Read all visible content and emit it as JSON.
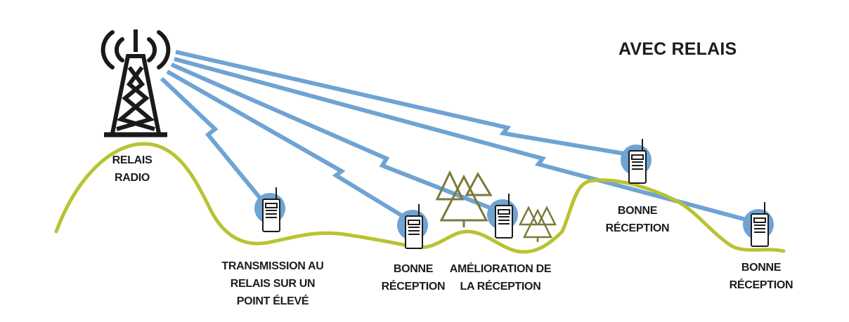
{
  "title": "AVEC RELAIS",
  "labels": {
    "relay": [
      "RELAIS",
      "RADIO"
    ],
    "radio1": [
      "TRANSMISSION AU",
      "RELAIS SUR UN",
      "POINT ÉLEVÉ"
    ],
    "radio2": [
      "BONNE",
      "RÉCEPTION"
    ],
    "radio3": [
      "AMÉLIORATION DE",
      "LA RÉCEPTION"
    ],
    "radio4": [
      "BONNE",
      "RÉCEPTION"
    ],
    "radio5": [
      "BONNE",
      "RÉCEPTION"
    ]
  },
  "colors": {
    "terrain": "#b9c332",
    "signal": "#6fa3d3",
    "radio_halo": "#6fa3d3",
    "tree": "#7a7a3a",
    "tower": "#1a1a1a",
    "text": "#1c1c1c"
  },
  "icons": [
    "antenna-tower-icon",
    "radio-waves-icon",
    "walkie-talkie-icon",
    "tree-icon"
  ]
}
